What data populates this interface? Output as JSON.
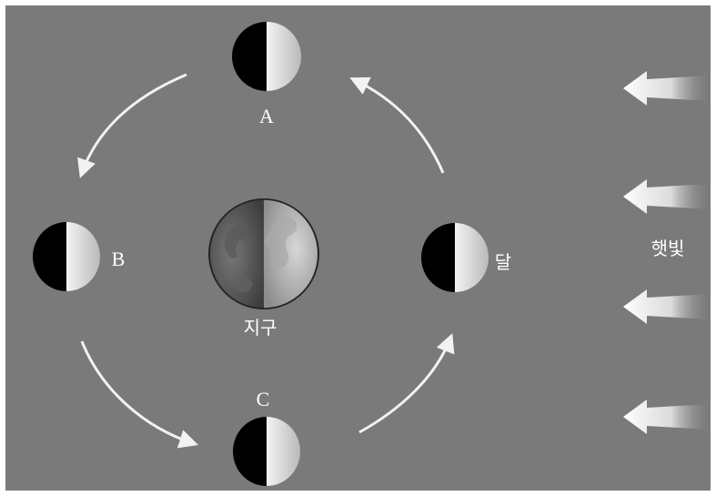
{
  "colors": {
    "background": "#7a7a7a",
    "frame": "#ffffff",
    "dark_side": "#000000",
    "light_side": "#d9d9d9",
    "arrow": "#f2f2f2"
  },
  "labels": {
    "A": "A",
    "B": "B",
    "C": "C",
    "earth": "지구",
    "moon": "달",
    "sunlight": "햇빛"
  },
  "icons": {
    "orbit_arrow": "curved-arrow",
    "sunlight_arrow": "left-arrow"
  }
}
